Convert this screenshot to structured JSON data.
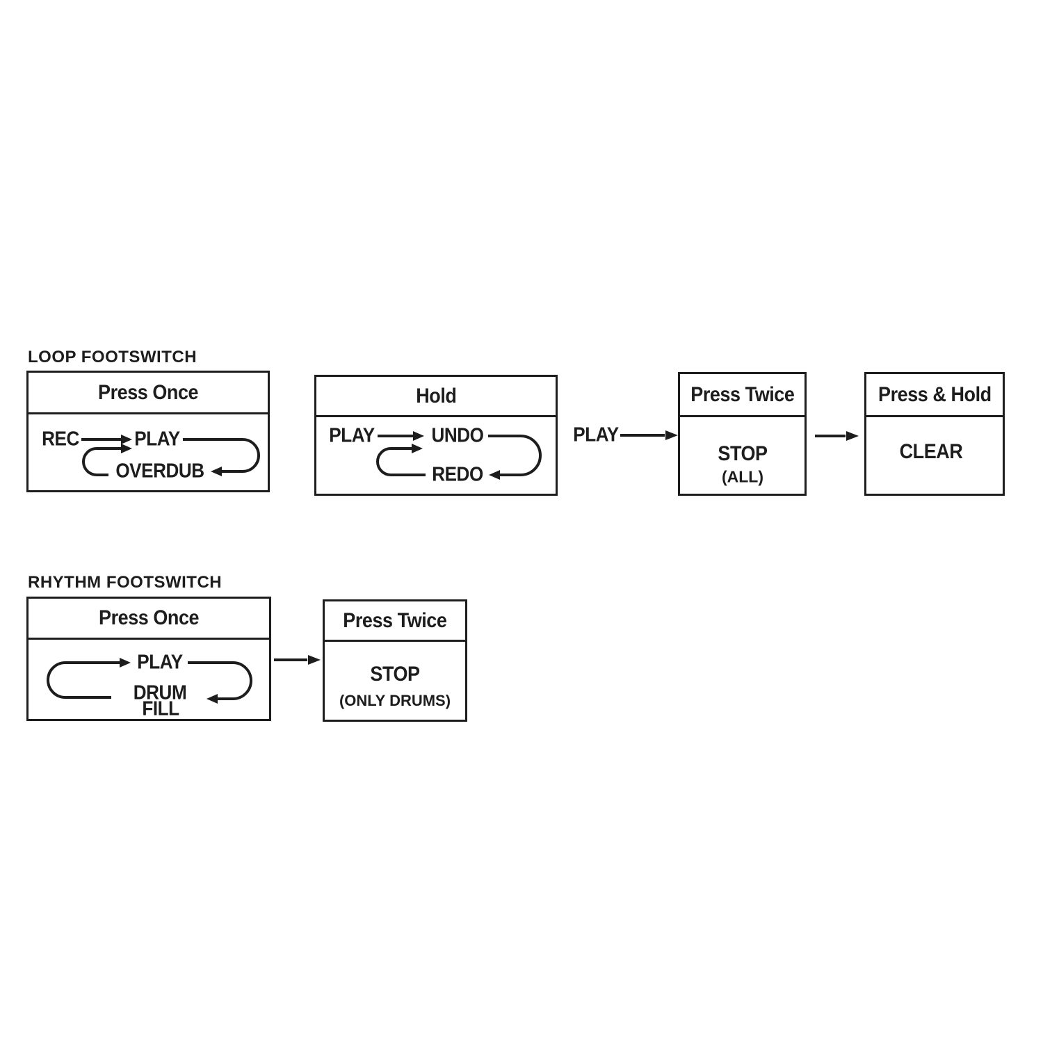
{
  "colors": {
    "ink": "#1d1d1d",
    "background": "#ffffff"
  },
  "loop": {
    "label": "LOOP FOOTSWITCH",
    "press_once": {
      "header": "Press Once",
      "rec": "REC",
      "play": "PLAY",
      "overdub": "OVERDUB"
    },
    "hold": {
      "header": "Hold",
      "play": "PLAY",
      "undo": "UNDO",
      "redo": "REDO"
    },
    "connector": "PLAY",
    "press_twice": {
      "header": "Press Twice",
      "action": "STOP",
      "qualifier": "(ALL)"
    },
    "press_and_hold": {
      "header": "Press & Hold",
      "action": "CLEAR"
    }
  },
  "rhythm": {
    "label": "RHYTHM FOOTSWITCH",
    "press_once": {
      "header": "Press Once",
      "play": "PLAY",
      "drum": "DRUM",
      "fill": "FILL"
    },
    "press_twice": {
      "header": "Press Twice",
      "action": "STOP",
      "qualifier": "(ONLY DRUMS)"
    }
  }
}
